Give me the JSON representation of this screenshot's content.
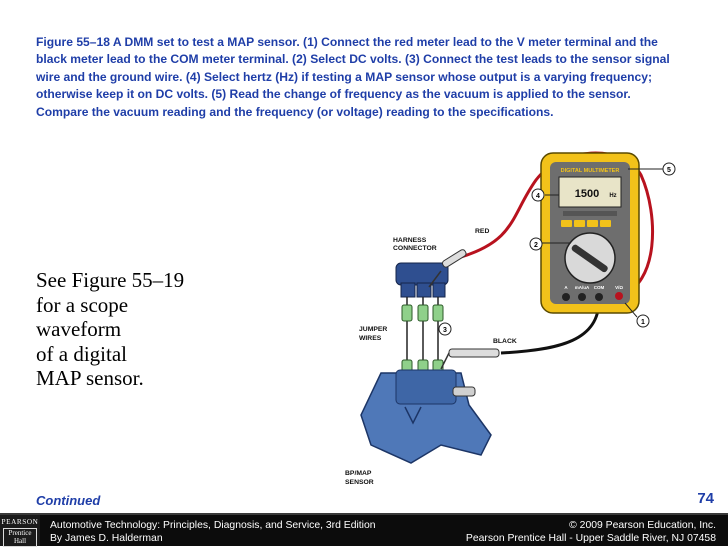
{
  "caption": "Figure 55–18  A DMM set to test a MAP sensor. (1) Connect the red meter lead to the V meter terminal and the black meter lead to the COM meter terminal. (2) Select DC volts. (3) Connect the test leads to the sensor signal wire and the ground wire. (4) Select hertz (Hz) if testing a MAP sensor whose output is a varying frequency; otherwise keep it on DC volts. (5) Read the change of frequency as the vacuum is applied to the sensor. Compare the vacuum reading and the frequency (or voltage) reading to the specifications.",
  "side_note": {
    "lines": [
      "See Figure 55–19",
      "for a scope",
      "waveform",
      "of a digital",
      "MAP sensor."
    ]
  },
  "figure": {
    "labels": {
      "harness_line1": "HARNESS",
      "harness_line2": "CONNECTOR",
      "red": "RED",
      "jumper_line1": "JUMPER",
      "jumper_line2": "WIRES",
      "black": "BLACK",
      "sensor_line1": "BP/MAP",
      "sensor_line2": "SENSOR"
    },
    "meter": {
      "title": "DIGITAL MULTIMETER",
      "reading": "1500",
      "unit": "Hz",
      "jacks": [
        "A",
        "mA/uA",
        "COM",
        "V/Ω"
      ]
    },
    "callouts": [
      "1",
      "2",
      "3",
      "4",
      "5"
    ],
    "colors": {
      "meter_body": "#f2c21a",
      "meter_face": "#6e6e6e",
      "lcd": "#e8e4c8",
      "red_lead": "#b8121e",
      "sensor_blue": "#4f78b8",
      "connector_blue": "#2f4f90",
      "jumper_green": "#8fd08a"
    }
  },
  "continued": "Continued",
  "page_number": "74",
  "footer": {
    "logo_top": "PEARSON",
    "logo_bottom_1": "Prentice",
    "logo_bottom_2": "Hall",
    "left_line1": "Automotive Technology: Principles, Diagnosis, and Service, 3rd Edition",
    "left_line2": "By James D. Halderman",
    "right_line1": "© 2009 Pearson Education, Inc.",
    "right_line2": "Pearson Prentice Hall - Upper Saddle River, NJ 07458"
  }
}
